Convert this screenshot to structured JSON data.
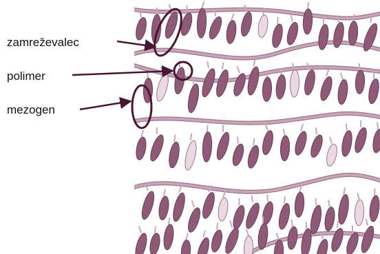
{
  "labels": {
    "crosslinker": "zamreževalec",
    "polymer": "polimer",
    "mesogen": "mezogen"
  },
  "colors": {
    "mesogen_fill": "#8e5a78",
    "mesogen_edge": "#6a3b57",
    "crosslinker_fill": "#ead8e2",
    "polymer_stroke": "#c9a6b9",
    "polymer_edge": "#9c7489",
    "callout": "#4a1530",
    "arrow": "#4a1530"
  }
}
